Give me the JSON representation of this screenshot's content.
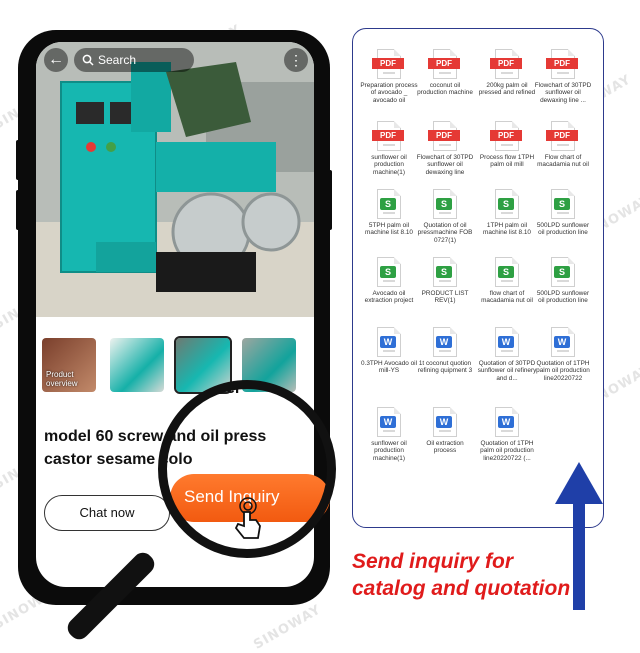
{
  "watermark": "SINOWAY",
  "phone": {
    "search_label": "Search",
    "back_icon": "back-arrow-icon",
    "menu_icon": "more-dots-icon",
    "thumbnails": [
      {
        "label": "Product overview"
      },
      {
        "label": ""
      },
      {
        "label": ""
      },
      {
        "label": ""
      }
    ],
    "title_line_1": "el",
    "title_line_2": "model 60 screw and oil press",
    "title_line_3": "castor sesame colo",
    "chat_button": "Chat now",
    "send_button": "Send Inquiry",
    "accent_color": "#f25a10"
  },
  "files": [
    {
      "type": "PDF",
      "name": "Preparation process of avocado _ avocado oil"
    },
    {
      "type": "PDF",
      "name": "coconut oil production machine"
    },
    {
      "type": "PDF",
      "name": "200kg palm oil pressed and refined"
    },
    {
      "type": "PDF",
      "name": "Flowchart of 30TPD sunflower oil dewaxing line ..."
    },
    {
      "type": "PDF",
      "name": "sunflower oil production machine(1)"
    },
    {
      "type": "PDF",
      "name": "Flowchart of 30TPD sunflower oil dewaxing line"
    },
    {
      "type": "PDF",
      "name": "Process flow 1TPH palm oil mill"
    },
    {
      "type": "PDF",
      "name": "Flow chart of macadamia nut oil"
    },
    {
      "type": "S",
      "name": "5TPH palm oil machine list 8.10"
    },
    {
      "type": "S",
      "name": "Quotation of oil pressmachine FOB 0727(1)"
    },
    {
      "type": "S",
      "name": "1TPH palm oil machine list 8.10"
    },
    {
      "type": "S",
      "name": "500LPD sunflower oil production line"
    },
    {
      "type": "S",
      "name": "Avocado oil extraction project"
    },
    {
      "type": "S",
      "name": "PRODUCT LIST REV(1)"
    },
    {
      "type": "S",
      "name": "flow chart of macadamia nut oil"
    },
    {
      "type": "S",
      "name": "500LPD sunflower oil production line"
    },
    {
      "type": "W",
      "name": "0.3TPH Avocado oil mill-YS"
    },
    {
      "type": "W",
      "name": "1t coconut quotion refining quipment 3"
    },
    {
      "type": "W",
      "name": "Quotation of 30TPD sunflower oil refinery and d..."
    },
    {
      "type": "W",
      "name": "Quotation of 1TPH palm oil production line20220722"
    },
    {
      "type": "W",
      "name": "sunflower oil production machine(1)"
    },
    {
      "type": "W",
      "name": "Oil extraction process"
    },
    {
      "type": "W",
      "name": "Quotation of 1TPH palm oil production line20220722 (..."
    }
  ],
  "caption_line_1": "Send inquiry for",
  "caption_line_2": "catalog and quotation",
  "colors": {
    "pdf": "#e53935",
    "sheet": "#2ea043",
    "word": "#2f6fd6",
    "arrow": "#1f3fa8",
    "caption": "#e01b1b"
  }
}
